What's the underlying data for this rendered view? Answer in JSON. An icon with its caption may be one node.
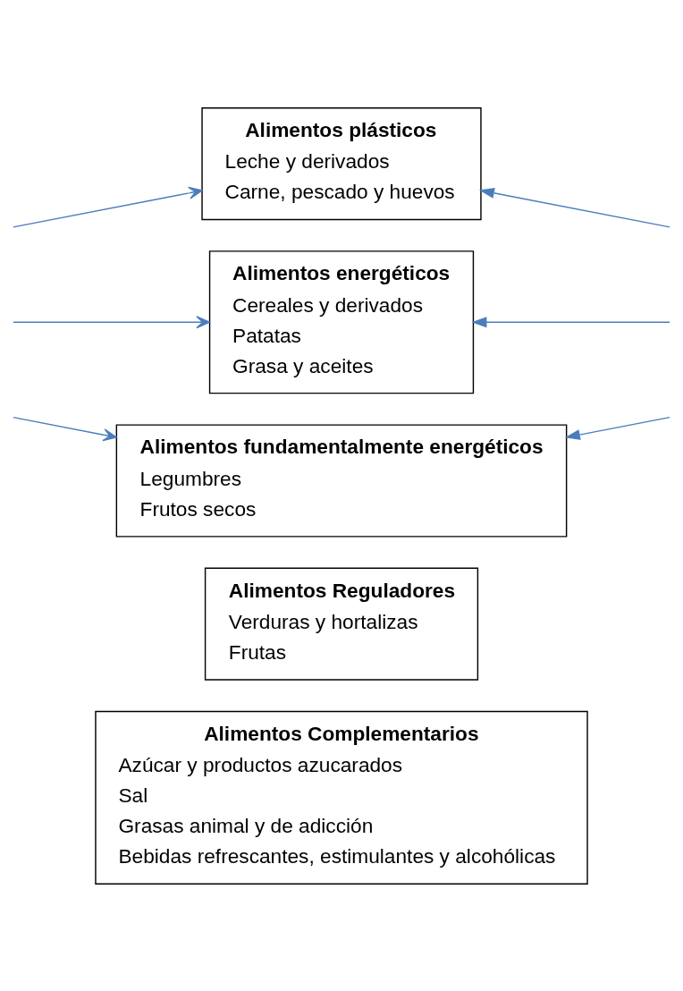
{
  "diagram": {
    "nodes": [
      {
        "text": [
          "Alimentos plásticos",
          "Leche y derivados",
          "Carne, pescado y huevos"
        ]
      },
      {
        "text": [
          "Alimentos energéticos",
          "Cereales y derivados",
          "Patatas",
          "Grasa y aceites"
        ]
      },
      {
        "text": [
          "Alimentos fundamentalmente energéticos",
          "Legumbres",
          "Frutos secos"
        ]
      },
      {
        "text": [
          "Alimentos Reguladores",
          "Verduras y hortalizas",
          "Frutas"
        ]
      },
      {
        "text": [
          "Alimentos Complementarios",
          "Azúcar y productos azucarados",
          "Sal",
          "Grasas animal y de adicción",
          "Bebidas refrescantes, estimulantes y alcohólicas"
        ]
      }
    ],
    "edges": [
      {
        "from": null,
        "to": 0,
        "arrow": "to"
      },
      {
        "from": null,
        "to": 1,
        "arrow": "to"
      },
      {
        "from": null,
        "to": 2,
        "arrow": "to"
      },
      {
        "from": null,
        "to": 0,
        "arrow": "to"
      },
      {
        "from": null,
        "to": 1,
        "arrow": "to"
      },
      {
        "from": null,
        "to": 2,
        "arrow": "to"
      }
    ]
  }
}
